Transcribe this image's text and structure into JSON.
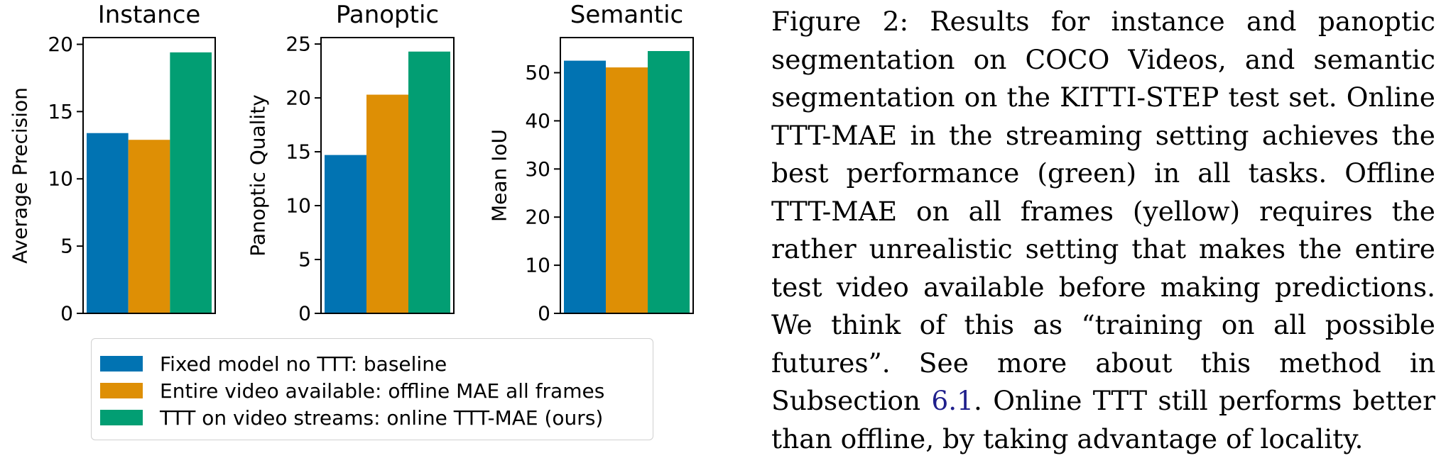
{
  "colors": {
    "baseline": "#0173b2",
    "offline": "#de8f05",
    "online": "#029e73"
  },
  "chart_data": [
    {
      "type": "bar",
      "title": "Instance",
      "ylabel": "Average Precision",
      "ylim": [
        0,
        20.5
      ],
      "yticks": [
        0,
        5,
        10,
        15,
        20
      ],
      "series": [
        {
          "name": "Fixed model no TTT: baseline",
          "values": [
            13.4
          ]
        },
        {
          "name": "Entire video available: offline MAE all frames",
          "values": [
            12.9
          ]
        },
        {
          "name": "TTT on video streams: online TTT-MAE (ours)",
          "values": [
            19.4
          ]
        }
      ]
    },
    {
      "type": "bar",
      "title": "Panoptic",
      "ylabel": "Panoptic Quality",
      "ylim": [
        0,
        25.6
      ],
      "yticks": [
        0,
        5,
        10,
        15,
        20,
        25
      ],
      "series": [
        {
          "name": "Fixed model no TTT: baseline",
          "values": [
            14.7
          ]
        },
        {
          "name": "Entire video available: offline MAE all frames",
          "values": [
            20.3
          ]
        },
        {
          "name": "TTT on video streams: online TTT-MAE (ours)",
          "values": [
            24.3
          ]
        }
      ]
    },
    {
      "type": "bar",
      "title": "Semantic",
      "ylabel": "Mean IoU",
      "ylim": [
        0,
        57.3
      ],
      "yticks": [
        0,
        10,
        20,
        30,
        40,
        50
      ],
      "series": [
        {
          "name": "Fixed model no TTT: baseline",
          "values": [
            52.5
          ]
        },
        {
          "name": "Entire video available: offline MAE all frames",
          "values": [
            51.1
          ]
        },
        {
          "name": "TTT on video streams: online TTT-MAE (ours)",
          "values": [
            54.5
          ]
        }
      ]
    }
  ],
  "legend": [
    {
      "label": "Fixed model no TTT: baseline",
      "color_key": "baseline"
    },
    {
      "label": "Entire video available: offline MAE all frames",
      "color_key": "offline"
    },
    {
      "label": "TTT on video streams: online TTT-MAE (ours)",
      "color_key": "online"
    }
  ],
  "caption": {
    "prefix": "Figure 2: Results for instance and panoptic segmentation on COCO Videos, and semantic segmentation on the KITTI-STEP test set. Online TTT-MAE in the streaming setting achieves the best performance (green) in all tasks. Offline TTT-MAE on all frames (yellow) requires the rather unrealistic setting that makes the entire test video available before making predictions. We think of this as “training on all possible futures”. See more about this method in Subsection ",
    "ref": "6.1",
    "suffix": ". Online TTT still performs better than offline, by taking advantage of locality."
  }
}
